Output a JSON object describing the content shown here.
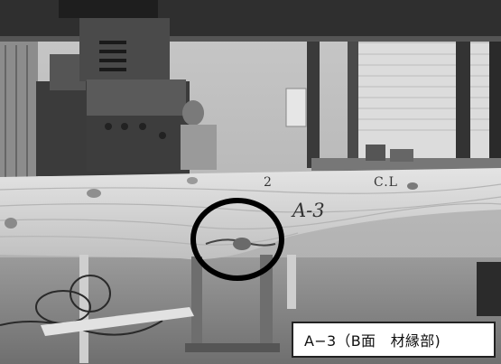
{
  "photo": {
    "description_icon": "timber-beam-bending-test-photo",
    "tone": "grayscale",
    "highlight_color": "#000000"
  },
  "beam_marks": {
    "point_number": "2",
    "center_line": "C.L",
    "specimen_id": "A-3"
  },
  "caption": {
    "text": "A−3（B面　材縁部)"
  }
}
